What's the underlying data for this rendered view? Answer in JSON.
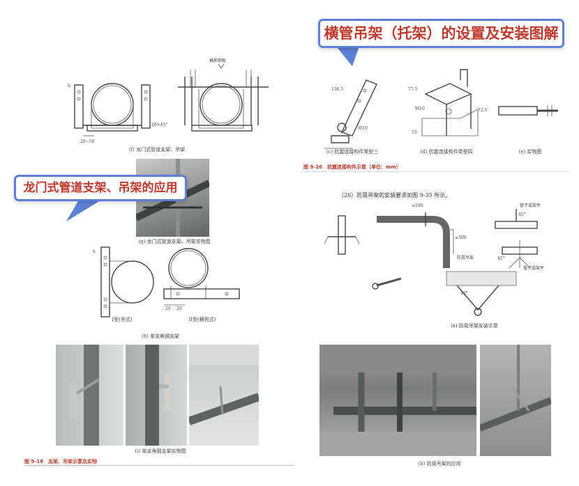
{
  "callouts": {
    "right": "横管吊架（托架）的设置及安装图解",
    "left": "龙门式管道支架、吊架的应用"
  },
  "left_page": {
    "top_diagram": {
      "label_plate": "横担钢板",
      "label_angle": "20×45°",
      "label_dim": "20~50",
      "label_h": "h",
      "caption": "(f) 龙门式管道支架、吊架"
    },
    "photo_caption": "(g) 龙门式管道支架、吊架实物图",
    "single_bracket": {
      "label_h": "h",
      "type1": "I型(吊式)",
      "type2": "II型(横担式)",
      "dim1": "20",
      "dim2": "20",
      "caption": "(h) 单支角钢支架"
    },
    "photos_caption": "(i) 单支角钢支架实物图",
    "figure_title": "图 9-18　支架、吊架示意及实物"
  },
  "right_page": {
    "top_diagrams": {
      "dim_a": "136.5",
      "bolt_a": "M10",
      "dim_b": "77.5",
      "bolt_b": "M10",
      "dim_c": "72.5",
      "dim_d": "55",
      "cap1": "(c) 抗震连接构件类型三",
      "cap2": "(d) 抗震连接构件类型四",
      "cap3": "(e) 实物图"
    },
    "figure_title": "图 9-26　抗震连接构件示意（单位：mm）",
    "intro_text": "（26）防晃吊架的安装要求如图 9-35 所示。",
    "sway": {
      "dim": "≤100",
      "dim2": "≥300",
      "note": "防晃吊架",
      "label_top": "管子或架件",
      "angle1": "45°",
      "angle2": "45°",
      "angle3": "45°",
      "label_bottom": "管子或架件",
      "caption": "(a) 防晃吊架安装示意"
    },
    "photos_caption": "(b) 防晃吊架的应用"
  }
}
